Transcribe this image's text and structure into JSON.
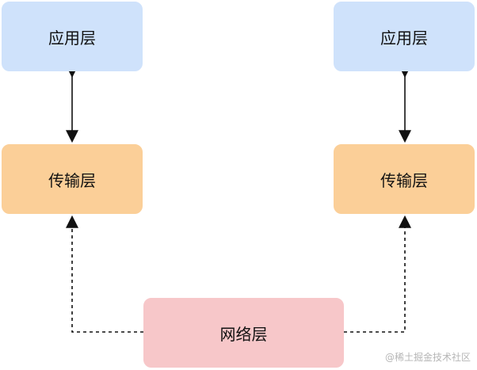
{
  "left_stack": {
    "application_layer": "应用层",
    "transport_layer": "传输层"
  },
  "right_stack": {
    "application_layer": "应用层",
    "transport_layer": "传输层"
  },
  "network_layer": "网络层",
  "watermark": "@稀土掘金技术社区",
  "colors": {
    "application": "#cfe2fb",
    "transport": "#fbcf98",
    "network": "#f7c7c9",
    "line": "#111111",
    "watermark": "#b5b5b5"
  }
}
